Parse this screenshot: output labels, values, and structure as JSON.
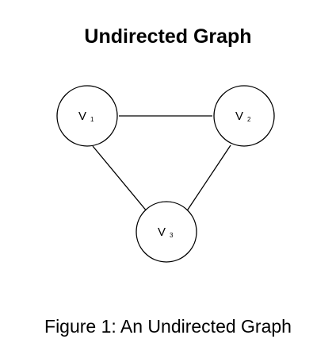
{
  "title": "Undirected Graph",
  "caption": "Figure 1: An Undirected Graph",
  "graph": {
    "nodes": [
      {
        "id": "v1",
        "letter": "V",
        "subscript": "1"
      },
      {
        "id": "v2",
        "letter": "V",
        "subscript": "2"
      },
      {
        "id": "v3",
        "letter": "V",
        "subscript": "3"
      }
    ],
    "edges": [
      {
        "from": "v1",
        "to": "v2"
      },
      {
        "from": "v1",
        "to": "v3"
      },
      {
        "from": "v2",
        "to": "v3"
      }
    ]
  }
}
